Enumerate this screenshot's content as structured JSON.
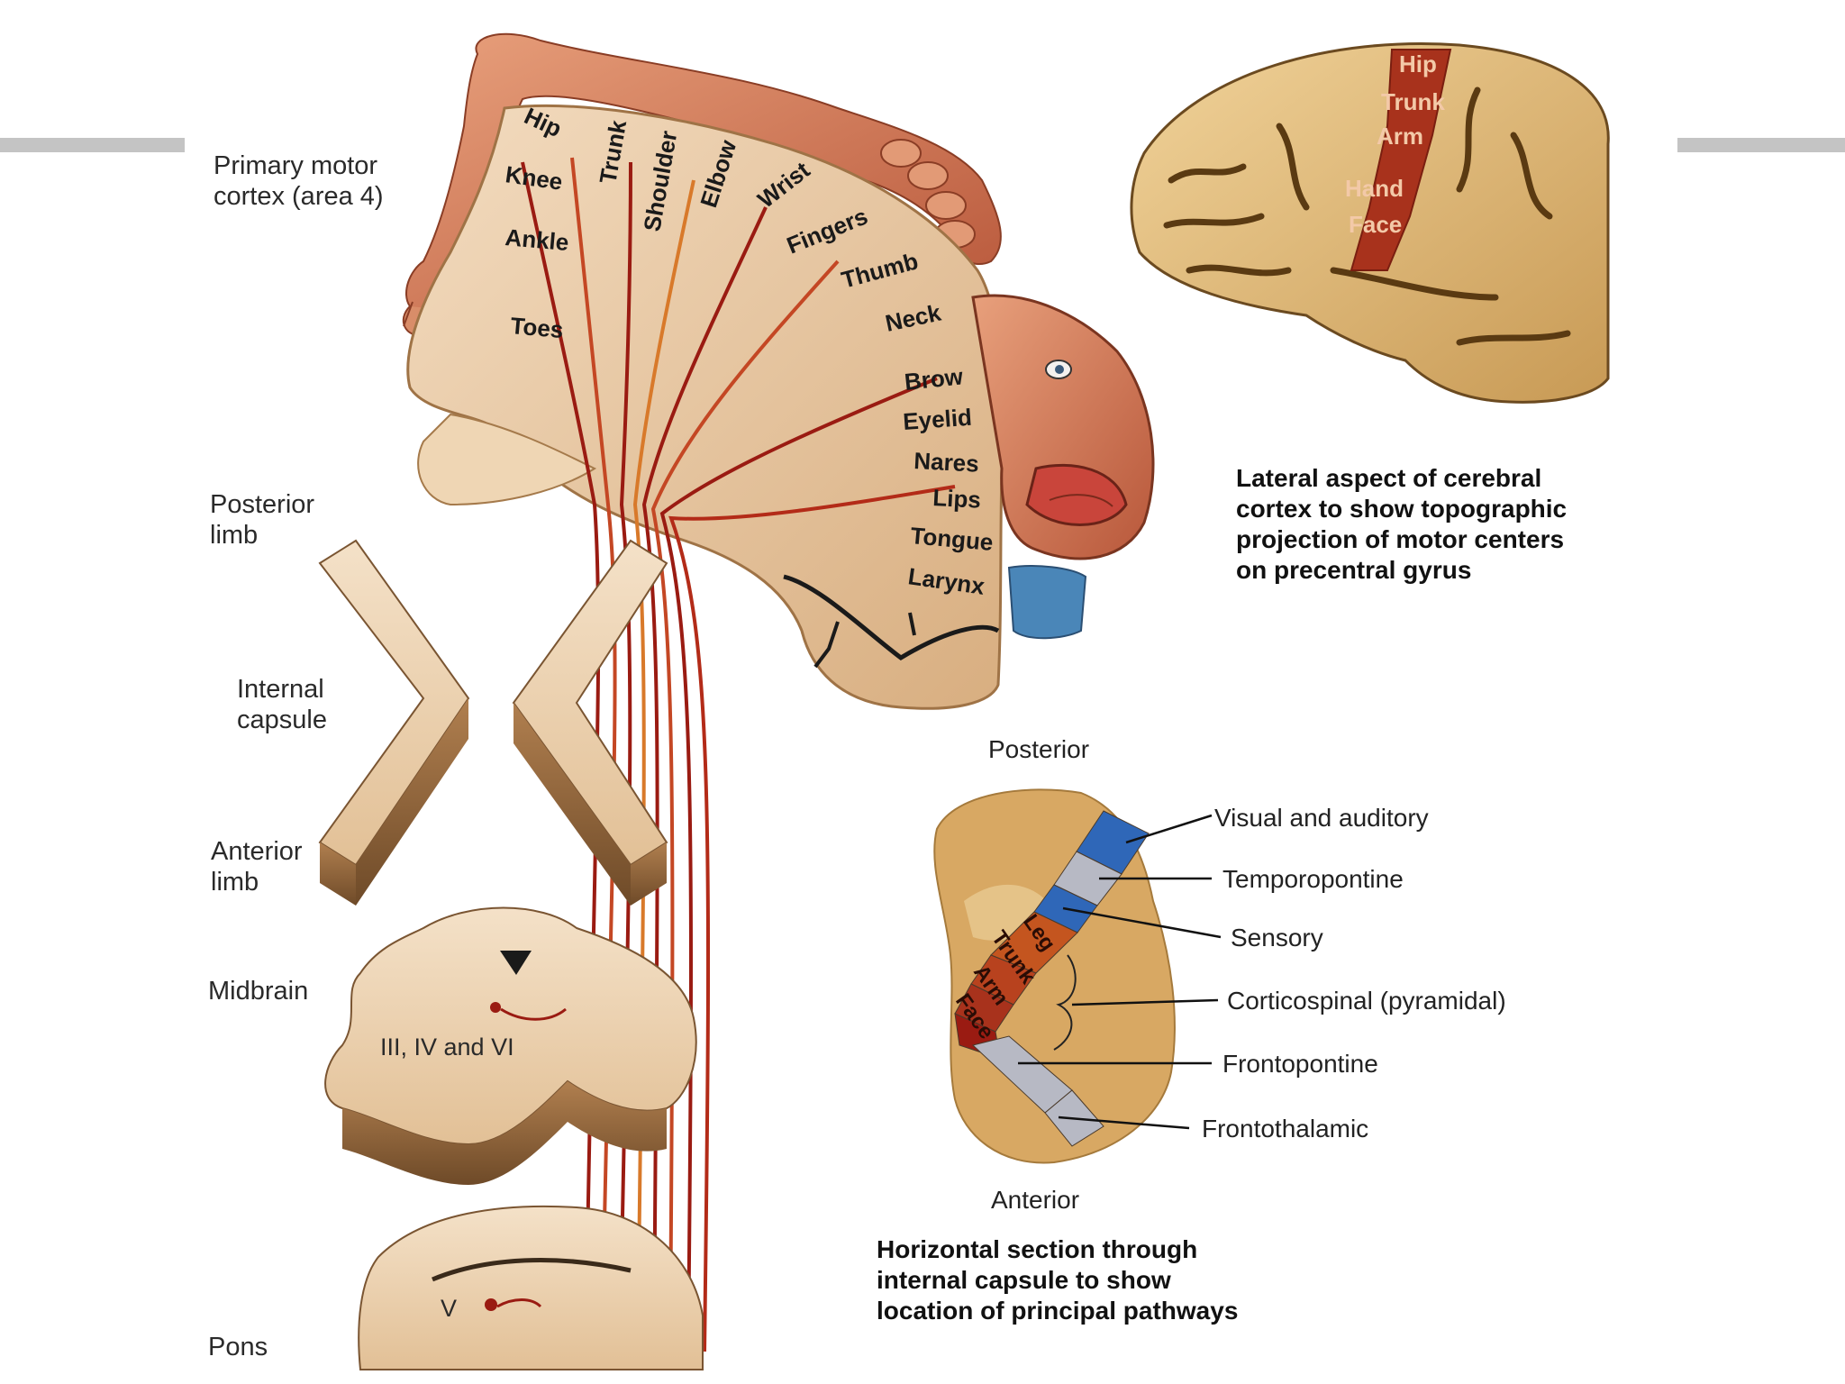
{
  "labels_left": {
    "primary_motor_cortex": "Primary motor\ncortex (area 4)",
    "posterior_limb": "Posterior\nlimb",
    "internal_capsule": "Internal\ncapsule",
    "anterior_limb": "Anterior\nlimb",
    "midbrain": "Midbrain",
    "cranial_nerves": "III, IV and VI",
    "trigeminal": "V",
    "pons": "Pons"
  },
  "homunculus_parts": [
    "Hip",
    "Trunk",
    "Shoulder",
    "Elbow",
    "Wrist",
    "Fingers",
    "Thumb",
    "Neck",
    "Brow",
    "Eyelid",
    "Nares",
    "Lips",
    "Tongue",
    "Larynx",
    "Knee",
    "Ankle",
    "Toes"
  ],
  "lateral_cortex": {
    "regions": [
      "Hip",
      "Trunk",
      "Arm",
      "Hand",
      "Face"
    ],
    "caption": "Lateral aspect of cerebral\ncortex to show topographic\nprojection of motor centers\non precentral gyrus"
  },
  "internal_capsule_section": {
    "posterior_label": "Posterior",
    "anterior_label": "Anterior",
    "corticospinal_segments": [
      "Leg",
      "Trunk",
      "Arm",
      "Face"
    ],
    "pathways": [
      "Visual and auditory",
      "Temporopontine",
      "Sensory",
      "Corticospinal (pyramidal)",
      "Frontopontine",
      "Frontothalamic"
    ],
    "caption": "Horizontal section through\ninternal capsule to show\nlocation of principal pathways"
  },
  "colors": {
    "tissue": "#e6c39a",
    "tissue_dark": "#c99a6a",
    "motor_strip": "#a8321c",
    "visual_auditory": "#2f67b8",
    "grey_tract": "#b7b9c4",
    "fiber_red": "#9a1b12",
    "fiber_orange": "#d8792a"
  }
}
